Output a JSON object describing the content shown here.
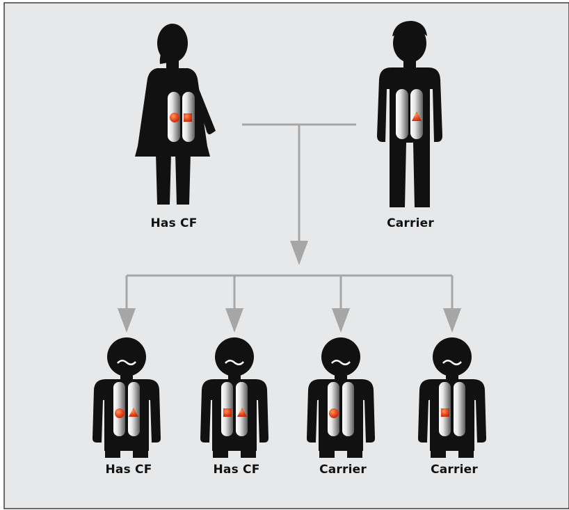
{
  "colors": {
    "panel_background": "#e7e8e9",
    "border": "#3a3a3a",
    "figure": "#111111",
    "connector": "#a6a6a6",
    "marker": "#e0401d"
  },
  "parents": {
    "mother": {
      "label": "Has CF",
      "gene_markers": [
        "circle",
        "square"
      ],
      "icon": "female-figure-icon"
    },
    "father": {
      "label": "Carrier",
      "gene_markers": [
        "triangle"
      ],
      "icon": "male-figure-icon"
    }
  },
  "children": [
    {
      "label": "Has CF",
      "gene_markers": [
        "circle",
        "triangle"
      ],
      "icon": "child-figure-icon"
    },
    {
      "label": "Has CF",
      "gene_markers": [
        "square",
        "triangle"
      ],
      "icon": "child-figure-icon"
    },
    {
      "label": "Carrier",
      "gene_markers": [
        "circle"
      ],
      "icon": "child-figure-icon"
    },
    {
      "label": "Carrier",
      "gene_markers": [
        "square"
      ],
      "icon": "child-figure-icon"
    }
  ]
}
